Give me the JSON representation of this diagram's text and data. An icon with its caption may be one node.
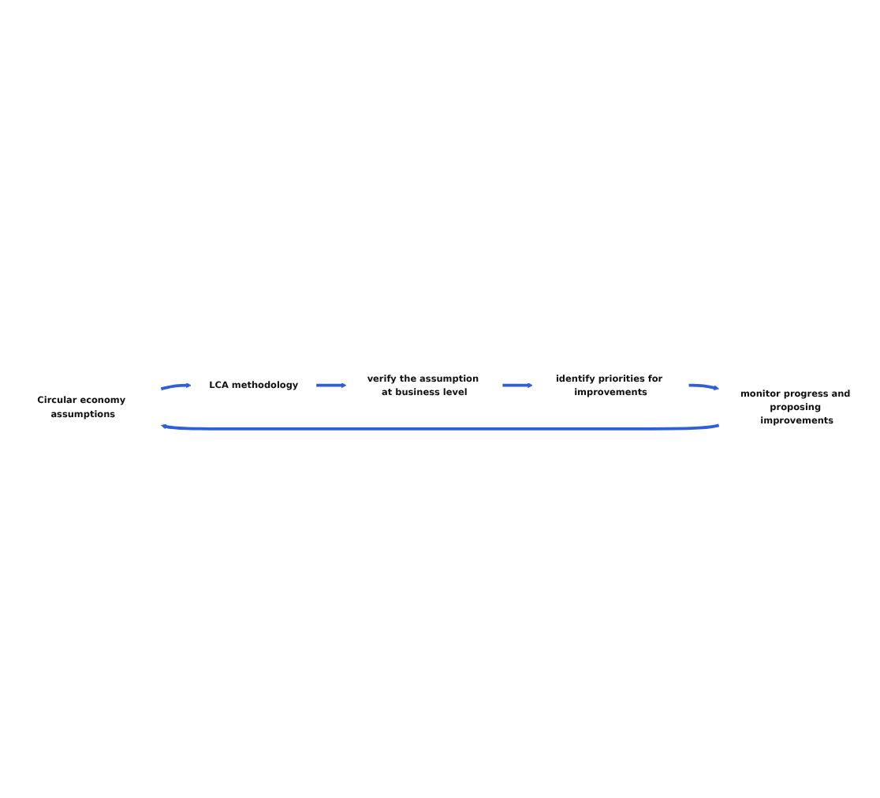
{
  "diagram": {
    "nodes": [
      {
        "text": [
          "Circular economy assumptions"
        ]
      },
      {
        "text": [
          "LCA methodology"
        ]
      },
      {
        "text": [
          "verify the assumption at business level"
        ]
      },
      {
        "text": [
          "identify priorities for improvements"
        ]
      },
      {
        "text": [
          "monitor progress and proposing improvements"
        ]
      }
    ],
    "edges": [
      {
        "from": 0,
        "to": 1,
        "arrow": "to"
      },
      {
        "from": 1,
        "to": 2,
        "arrow": "to"
      },
      {
        "from": 2,
        "to": 3,
        "arrow": "to"
      },
      {
        "from": 3,
        "to": 4,
        "arrow": "to"
      },
      {
        "from": 4,
        "to": 0,
        "arrow": "to"
      }
    ]
  }
}
